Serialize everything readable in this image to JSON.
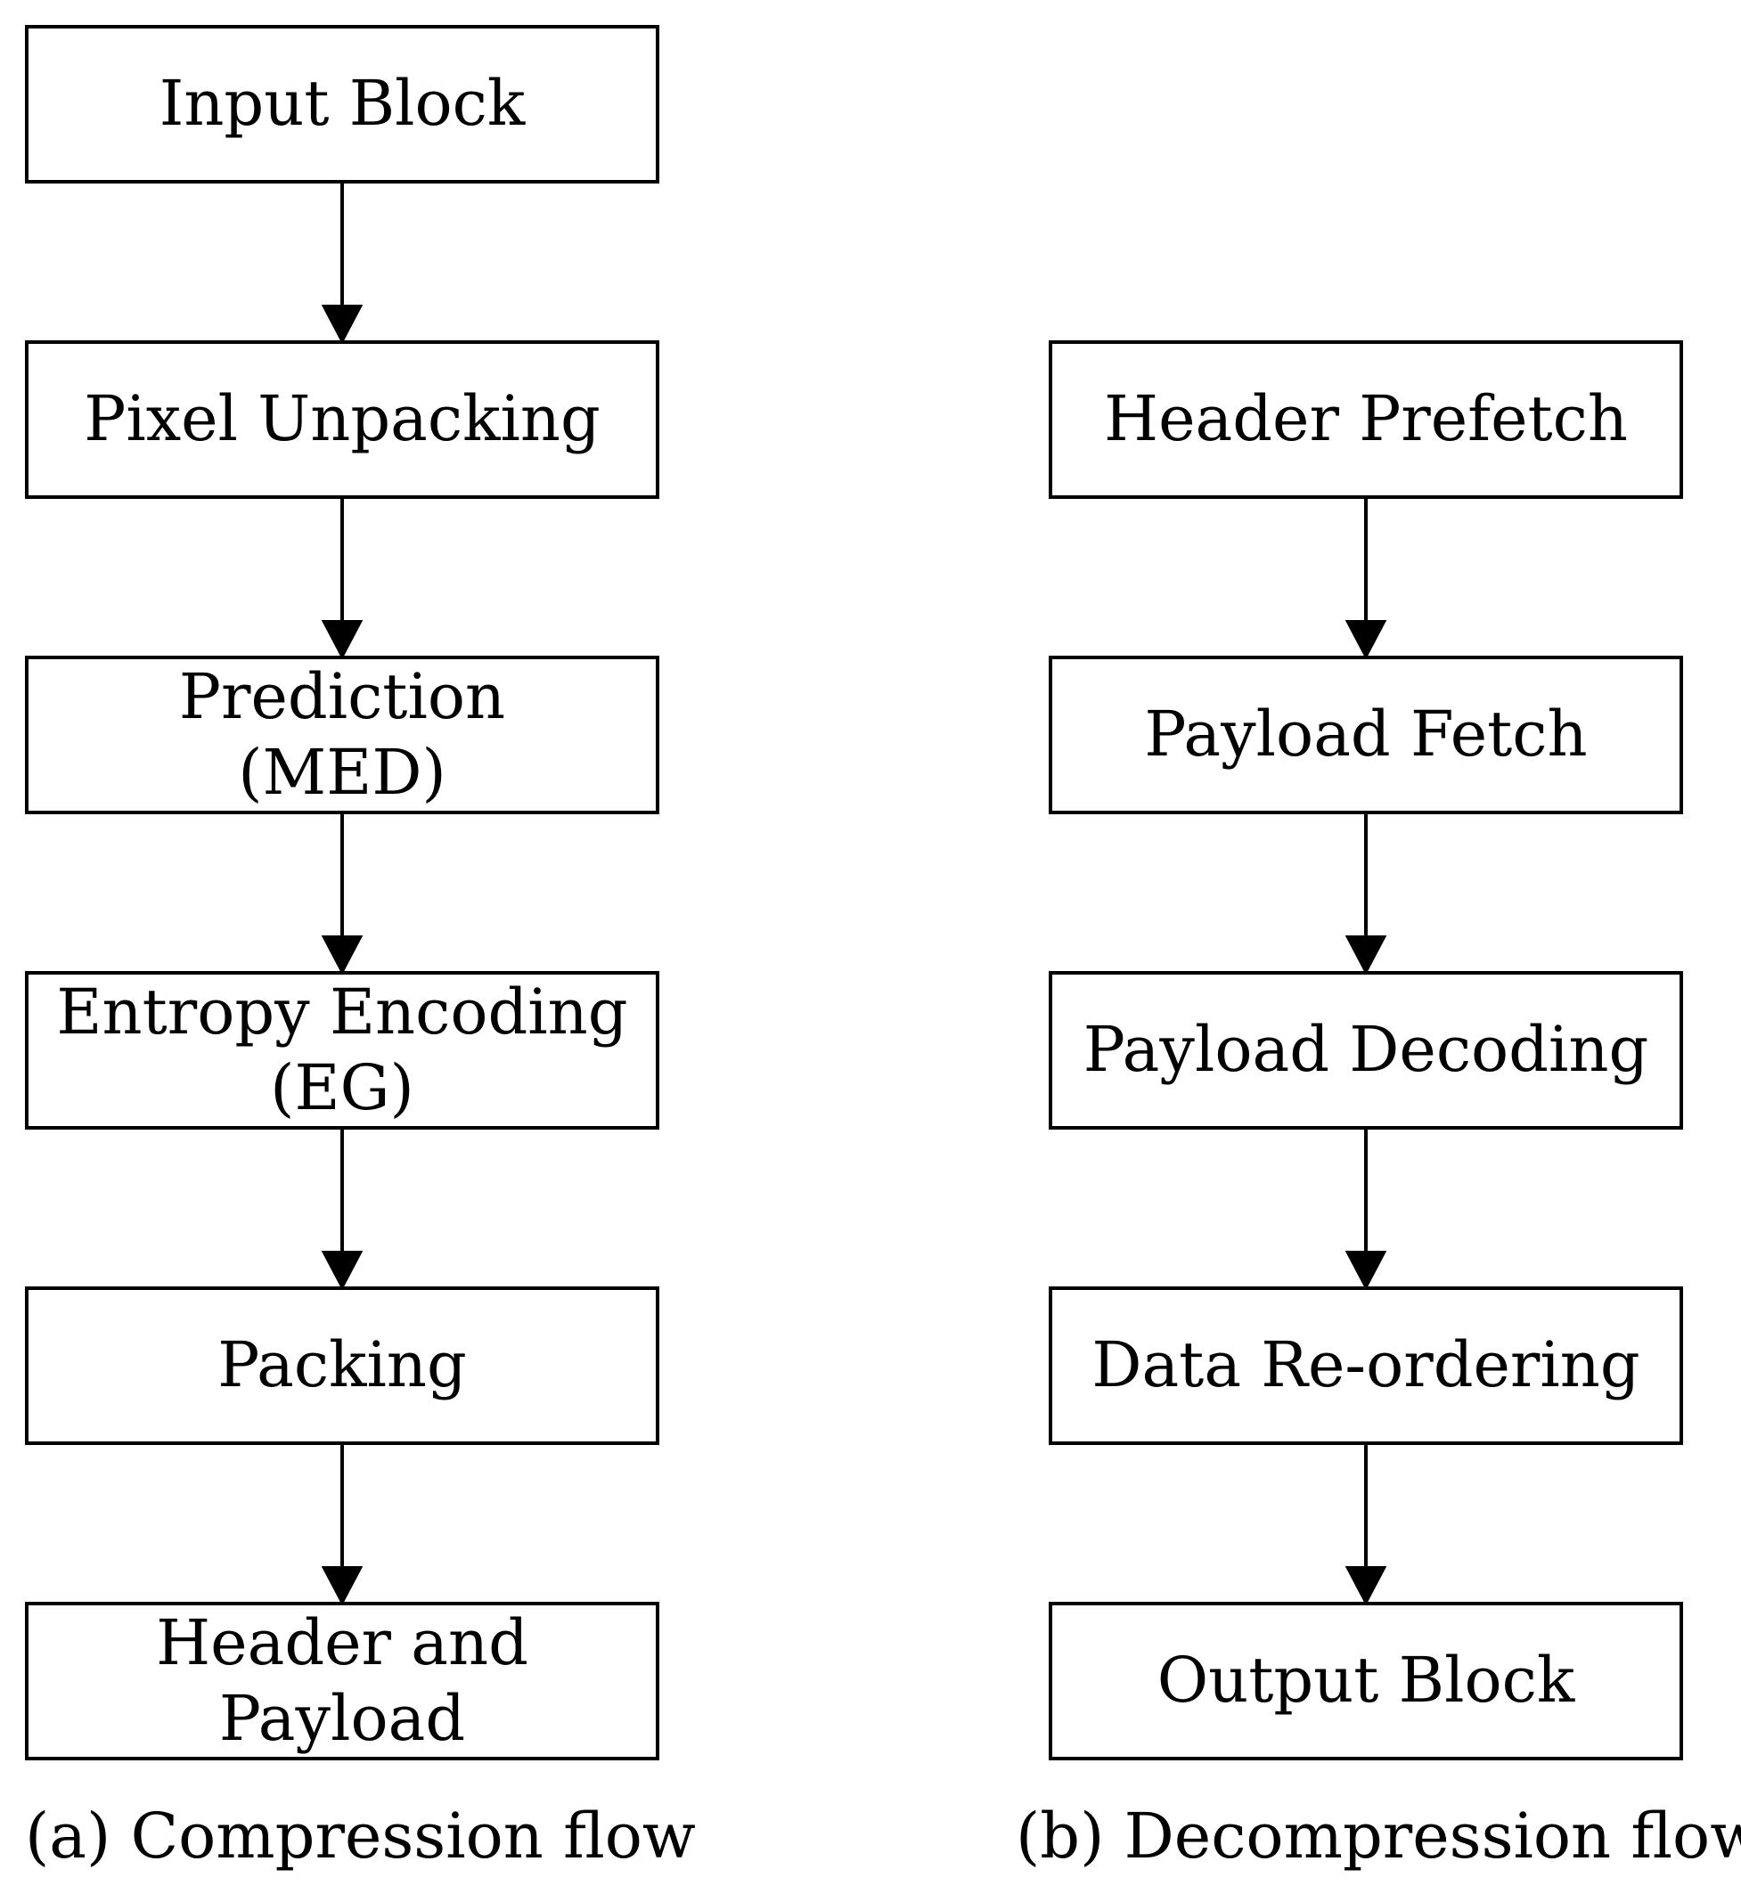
{
  "compression": {
    "caption": "(a) Compression flow",
    "steps": [
      {
        "lines": [
          "Input Block"
        ]
      },
      {
        "lines": [
          "Pixel Unpacking"
        ]
      },
      {
        "lines": [
          "Prediction",
          "(MED)"
        ]
      },
      {
        "lines": [
          "Entropy Encoding",
          "(EG)"
        ]
      },
      {
        "lines": [
          "Packing"
        ]
      },
      {
        "lines": [
          "Header and",
          "Payload"
        ]
      }
    ]
  },
  "decompression": {
    "caption": "(b) Decompression flow",
    "steps": [
      {
        "lines": [
          "Header Prefetch"
        ]
      },
      {
        "lines": [
          "Payload Fetch"
        ]
      },
      {
        "lines": [
          "Payload Decoding"
        ]
      },
      {
        "lines": [
          "Data Re-ordering"
        ]
      },
      {
        "lines": [
          "Output Block"
        ]
      }
    ]
  }
}
